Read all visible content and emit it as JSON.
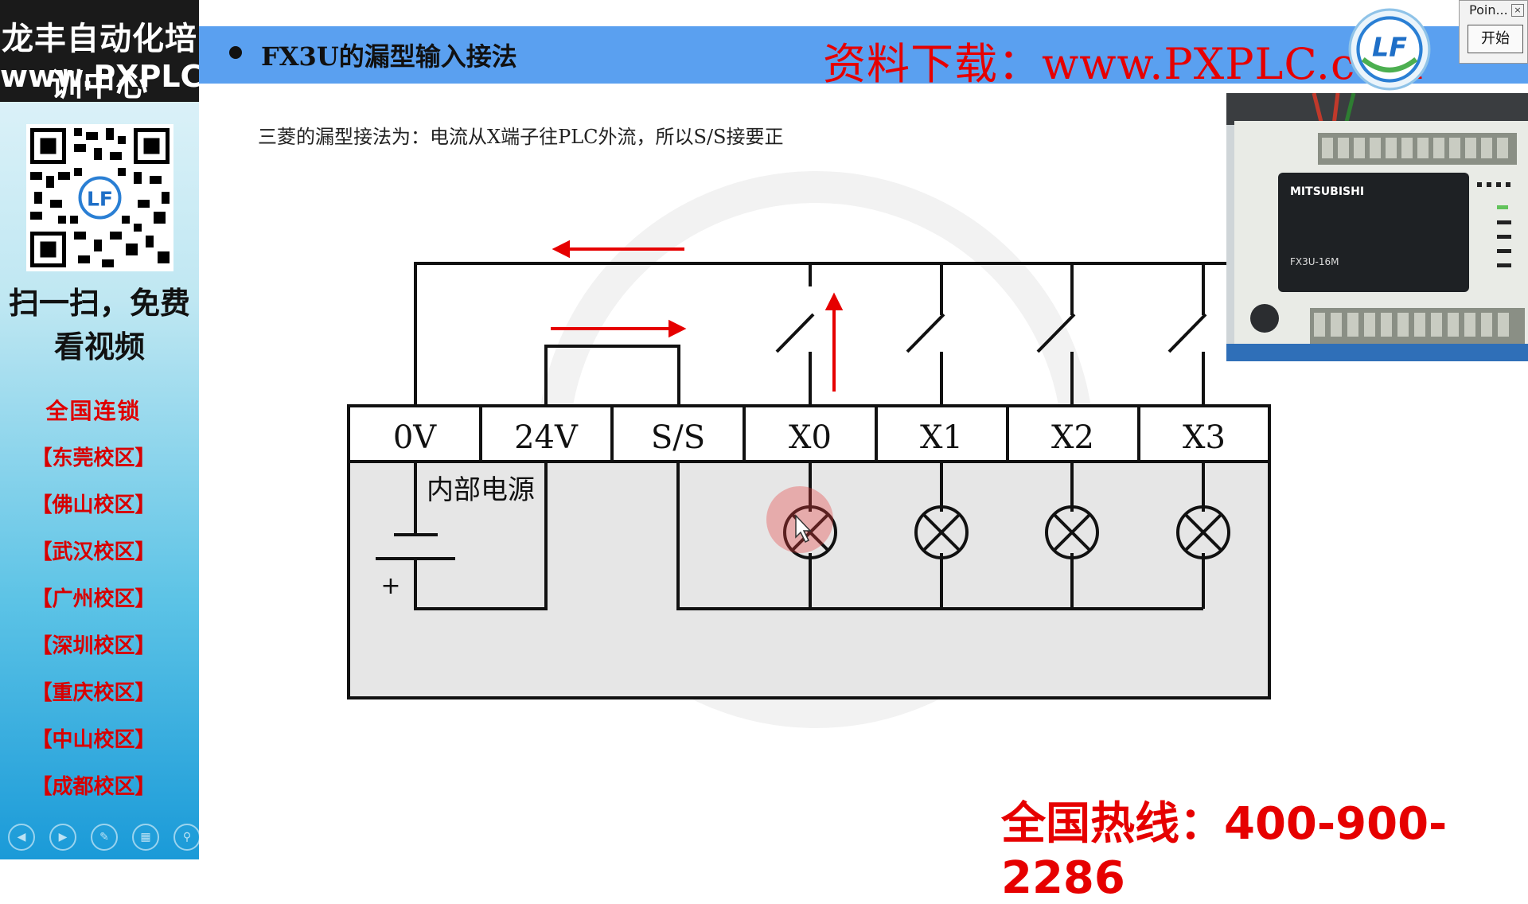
{
  "sidebar": {
    "brand_line1": "龙丰自动化培训中心",
    "brand_line2": "www.PXPLC.com",
    "scan_text": "扫一扫，免费看视频",
    "chain_title": "全国连锁",
    "campuses": [
      "【东莞校区】",
      "【佛山校区】",
      "【武汉校区】",
      "【广州校区】",
      "【深圳校区】",
      "【重庆校区】",
      "【中山校区】",
      "【成都校区】"
    ]
  },
  "header": {
    "title": "FX3U的漏型输入接法",
    "download": "资料下载：www.PXPLC.com",
    "logo_text": "LF"
  },
  "point_window": {
    "title": "Poin...",
    "start_label": "开始"
  },
  "subtitle": "三菱的漏型接法为：电流从X端子往PLC外流，所以S/S接要正",
  "terminals": [
    "0V",
    "24V",
    "S/S",
    "X0",
    "X1",
    "X2",
    "X3"
  ],
  "internal_power_label": "内部电源",
  "plus_sign": "+",
  "photo": {
    "brand": "MITSUBISHI",
    "model": "FX3U-16M"
  },
  "hotline": "全国热线：400-900-2286",
  "colors": {
    "header": "#5aa0f0",
    "accent_red": "#e60000",
    "sidebar_bottom": "#1a9ad8"
  },
  "icons": [
    "qr-code-icon",
    "lf-logo-icon",
    "close-icon",
    "prev-icon",
    "play-icon",
    "pen-icon",
    "grid-icon",
    "zoom-icon",
    "more-icon",
    "arrow-icon",
    "lamp-icon",
    "switch-icon",
    "battery-icon"
  ]
}
